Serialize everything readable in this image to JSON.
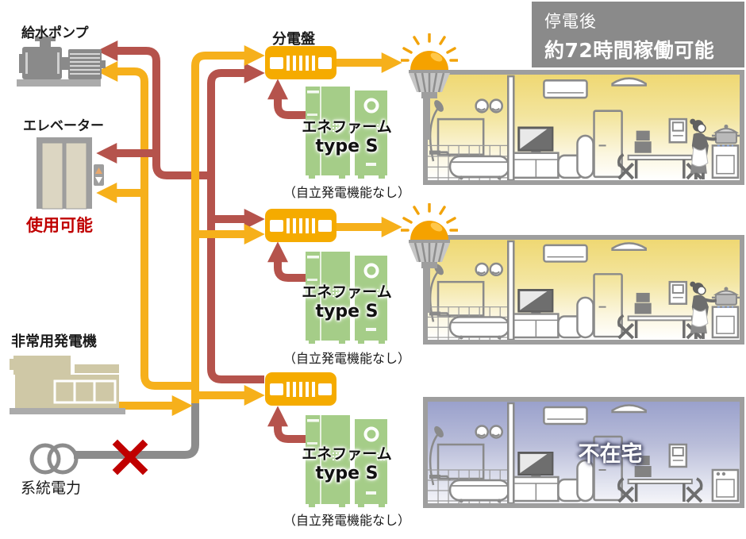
{
  "badge": {
    "line1": "停電後",
    "line2": "約72時間稼働可能"
  },
  "equipment": {
    "pump_label": "給水ポンプ",
    "elevator_label": "エレベーター",
    "elevator_status": "使用可能",
    "generator_label": "非常用発電機",
    "grid_power_label": "系統電力",
    "distribution_board_label": "分電盤"
  },
  "enefarm": {
    "name_line1": "エネファーム",
    "name_line2": "type S",
    "note": "（自立発電機能なし）",
    "unit_count": 3
  },
  "rooms": {
    "vacant_label": "不在宅",
    "states": [
      "lit-occupied",
      "lit-occupied",
      "vacant-dark"
    ]
  },
  "icons": {
    "pump": "motor-pump",
    "elevator": "elevator-doors-with-call-buttons",
    "generator": "emergency-generator-unit",
    "grid_power": "transformer-double-circle",
    "grid_cut": "red-cross",
    "lamp": "led-bulb-with-rays",
    "distribution_board": "breaker-panel"
  },
  "colors": {
    "enefarm_power_line": "#B5534C",
    "backup_power_line": "#F6B01B",
    "grid_line": "#8C8C8C",
    "alert_red": "#C00000",
    "enefarm_green": "#A5CD88",
    "badge_bg": "#8A8A8A",
    "lit_room_top": "#EFD873",
    "vacant_room_top": "#9AA1CC"
  }
}
